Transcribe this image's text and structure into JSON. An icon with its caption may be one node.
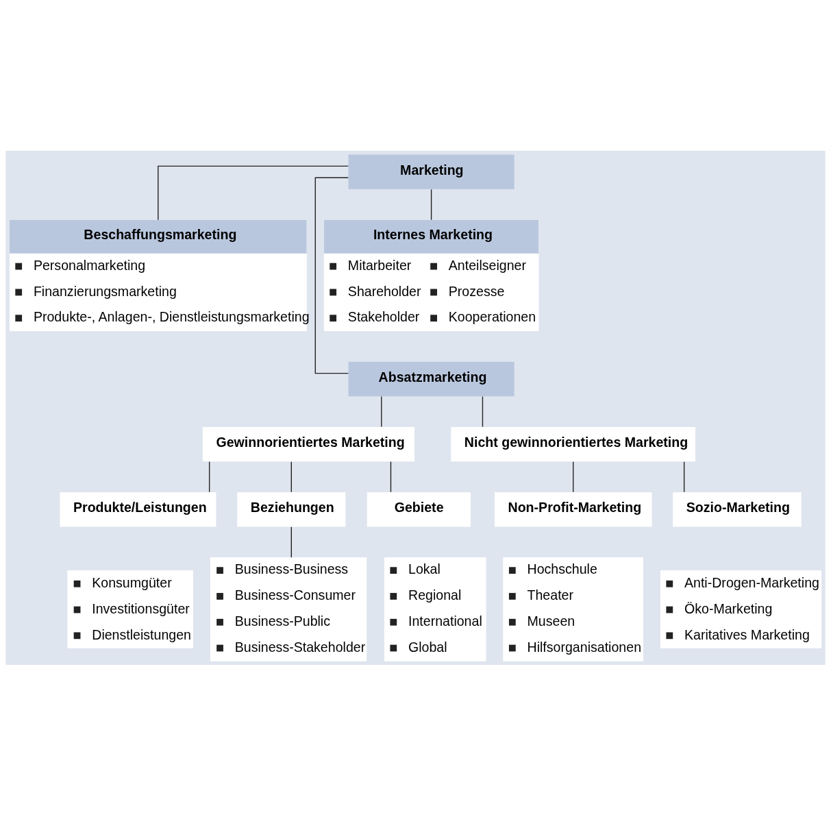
{
  "diagram": {
    "nodes": [
      {
        "text": [
          "Marketing"
        ]
      },
      {
        "text": [
          "Beschaffungsmarketing",
          "Personalmarketing",
          "Finanzierungsmarketing",
          "Produkte-, Anlagen-, Dienstleistungsmarketing"
        ]
      },
      {
        "text": [
          "Internes Marketing",
          "Mitarbeiter",
          "Anteilseigner",
          "Shareholder",
          "Prozesse",
          "Stakeholder",
          "Kooperationen"
        ]
      },
      {
        "text": [
          "Absatzmarketing"
        ]
      },
      {
        "text": [
          "Gewinnorientiertes Marketing"
        ]
      },
      {
        "text": [
          "Nicht gewinnorientiertes Marketing"
        ]
      },
      {
        "text": [
          "Produkte/Leistungen"
        ]
      },
      {
        "text": [
          "Beziehungen"
        ]
      },
      {
        "text": [
          "Gebiete"
        ]
      },
      {
        "text": [
          "Non-Profit-Marketing"
        ]
      },
      {
        "text": [
          "Sozio-Marketing"
        ]
      },
      {
        "text": [
          "Konsumgüter",
          "Investitionsgüter",
          "Dienstleistungen"
        ]
      },
      {
        "text": [
          "Business-Business",
          "Business-Consumer",
          "Business-Public",
          "Business-Stakeholder"
        ]
      },
      {
        "text": [
          "Lokal",
          "Regional",
          "International",
          "Global"
        ]
      },
      {
        "text": [
          "Hochschule",
          "Theater",
          "Museen",
          "Hilfsorganisationen"
        ]
      },
      {
        "text": [
          "Anti-Drogen-Marketing",
          "Öko-Marketing",
          "Karitatives Marketing"
        ]
      }
    ],
    "edges": [
      {
        "from": 0,
        "to": 1,
        "arrow": "none"
      },
      {
        "from": 0,
        "to": 2,
        "arrow": "none"
      },
      {
        "from": 0,
        "to": 3,
        "arrow": "none"
      },
      {
        "from": 3,
        "to": 4,
        "arrow": "none"
      },
      {
        "from": 3,
        "to": 5,
        "arrow": "none"
      },
      {
        "from": 4,
        "to": 6,
        "arrow": "none"
      },
      {
        "from": 4,
        "to": 7,
        "arrow": "none"
      },
      {
        "from": 4,
        "to": 8,
        "arrow": "none"
      },
      {
        "from": 5,
        "to": 9,
        "arrow": "none"
      },
      {
        "from": 5,
        "to": 10,
        "arrow": "none"
      },
      {
        "from": 7,
        "to": 12,
        "arrow": "none"
      }
    ]
  }
}
